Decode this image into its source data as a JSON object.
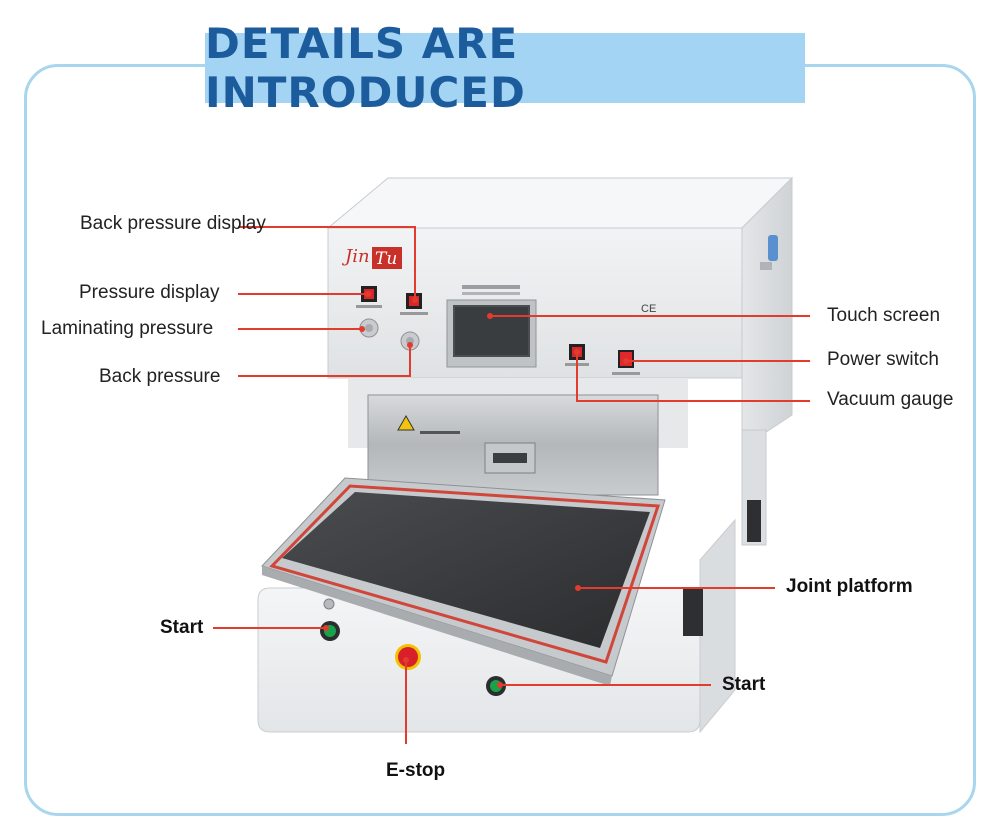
{
  "title": "DETAILS ARE INTRODUCED",
  "brand": {
    "logo_text": "JinTu"
  },
  "labels": {
    "back_pressure_display": "Back pressure display",
    "pressure_display": "Pressure display",
    "laminating_pressure": "Laminating pressure",
    "back_pressure": "Back pressure",
    "touch_screen": "Touch screen",
    "power_switch": "Power switch",
    "vacuum_gauge": "Vacuum gauge",
    "joint_platform": "Joint platform",
    "start_left": "Start",
    "start_right": "Start",
    "e_stop": "E-stop"
  },
  "colors": {
    "accent": "#1c5c9c",
    "title_bg": "#a3d4f3",
    "frame": "#a9d6ef",
    "leader_line": "#e33b2e"
  }
}
